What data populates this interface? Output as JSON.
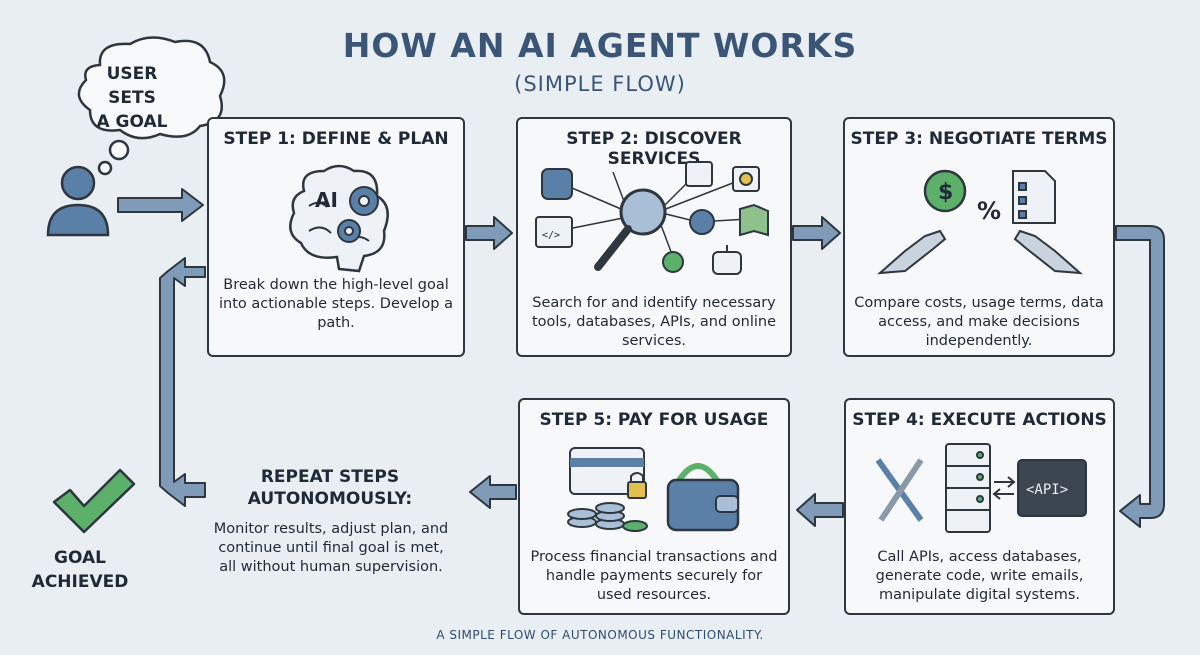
{
  "title": "HOW AN AI AGENT WORKS",
  "subtitle": "(SIMPLE FLOW)",
  "bubble": {
    "line1": "USER SETS",
    "line2": "A GOAL"
  },
  "steps": [
    {
      "title": "STEP 1: DEFINE & PLAN",
      "desc": "Break down the high-level goal into actionable steps. Develop a path.",
      "icon_label": "AI"
    },
    {
      "title": "STEP 2: DISCOVER SERVICES",
      "desc": "Search for and identify necessary tools, databases, APIs, and online services.",
      "icon_label": "</>"
    },
    {
      "title": "STEP 3: NEGOTIATE TERMS",
      "desc": "Compare costs, usage terms, data access, and make decisions independently.",
      "icon_label": "$",
      "icon_label2": "%"
    },
    {
      "title": "STEP 4: EXECUTE ACTIONS",
      "desc": "Call APIs, access databases, generate code, write emails, manipulate digital systems.",
      "icon_label": "<API>"
    },
    {
      "title": "STEP 5: PAY FOR USAGE",
      "desc": "Process financial transactions and handle payments securely for used resources."
    }
  ],
  "repeat": {
    "line1": "REPEAT STEPS",
    "line2": "AUTONOMOUSLY:",
    "desc": "Monitor results, adjust plan, and continue until final goal is met, all without human supervision."
  },
  "goal": {
    "line1": "GOAL",
    "line2": "ACHIEVED"
  },
  "footer": "A SIMPLE FLOW OF AUTONOMOUS FUNCTIONALITY.",
  "colors": {
    "arrow": "#7f9bb8",
    "arrow_stroke": "#2e3640",
    "accent_blue": "#5a80a8",
    "accent_green": "#5cb06a",
    "title": "#3a5575"
  }
}
